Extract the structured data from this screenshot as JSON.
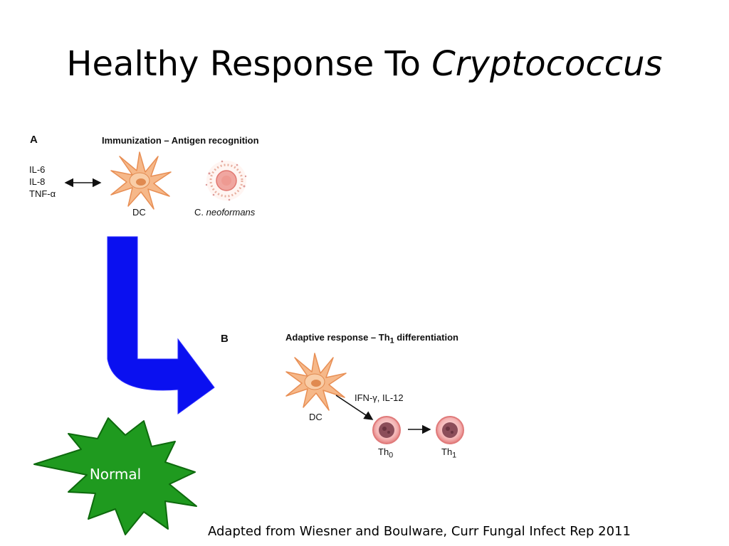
{
  "slide": {
    "title_plain": "Healthy Response To ",
    "title_italic": "Cryptococcus",
    "citation": "Adapted from Wiesner and Boulware, Curr Fungal Infect Rep 2011"
  },
  "panel_a": {
    "label": "A",
    "heading": "Immunization – Antigen recognition",
    "cytokines": [
      "IL-6",
      "IL-8",
      "TNF-α"
    ],
    "dc_label": "DC",
    "pathogen_prefix": "C. ",
    "pathogen_italic": "neoformans"
  },
  "panel_b": {
    "label": "B",
    "heading_pre": "Adaptive response – Th",
    "heading_sub": "1",
    "heading_post": " differentiation",
    "signal": "IFN-γ, IL-12",
    "dc_label": "DC",
    "th0_base": "Th",
    "th0_sub": "0",
    "th1_base": "Th",
    "th1_sub": "1"
  },
  "badge": {
    "text": "Normal"
  },
  "colors": {
    "arrow": "#0a10f0",
    "star": "#1f9a1f",
    "dc_cell": "#f6b889",
    "t_cell_ring": "#e88a8a"
  }
}
